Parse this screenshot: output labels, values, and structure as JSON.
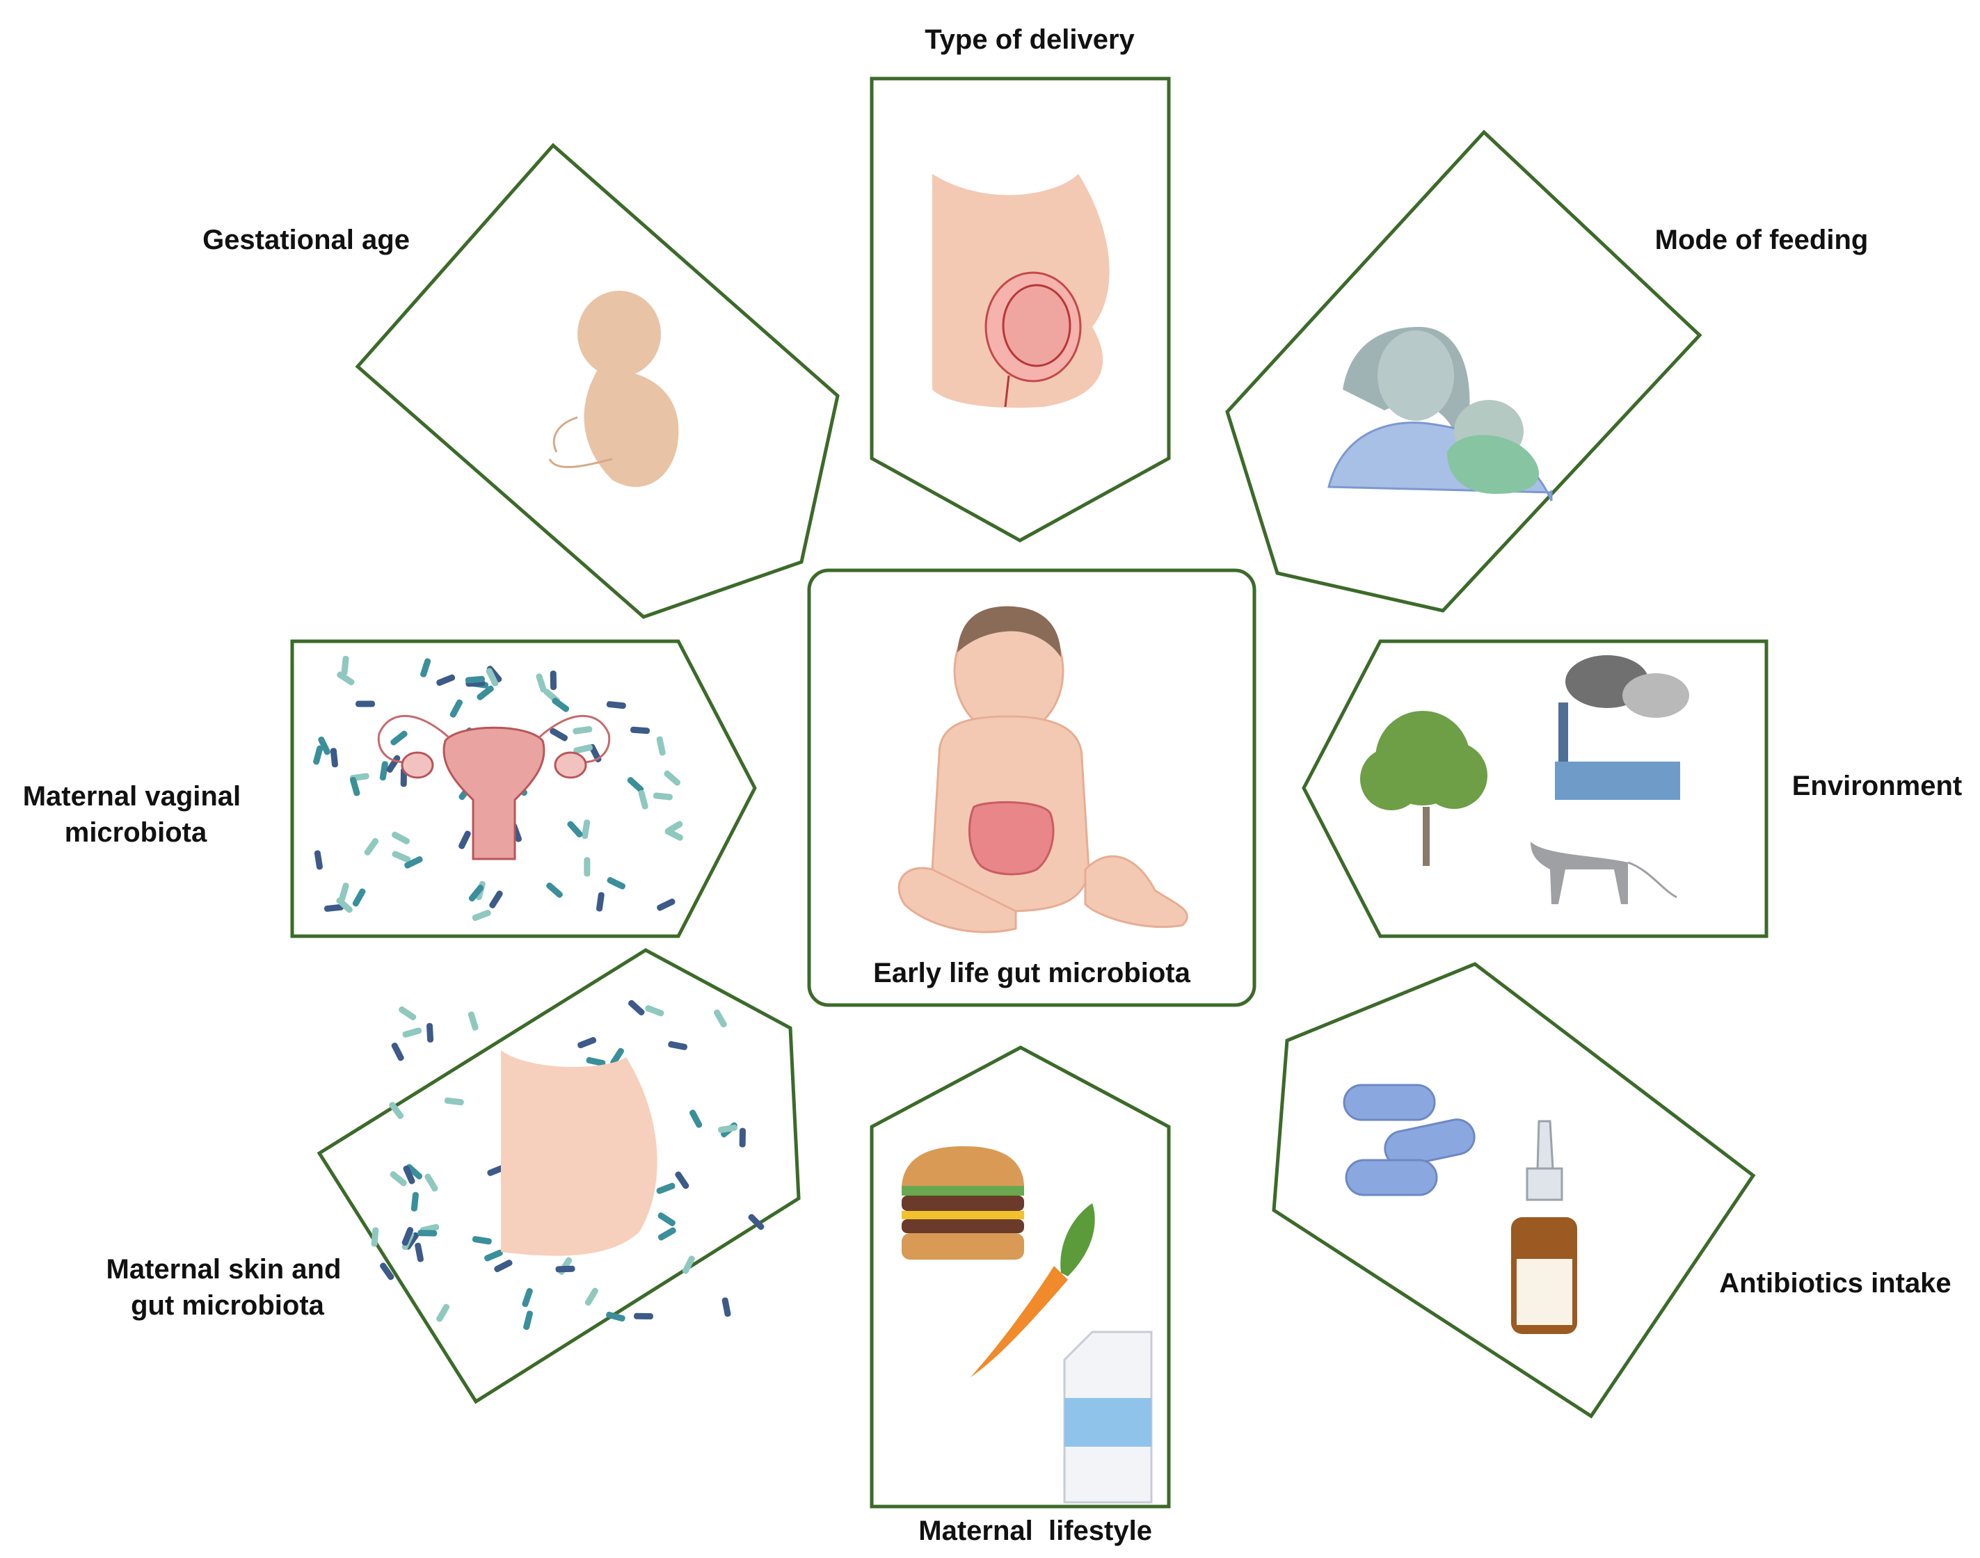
{
  "colors": {
    "frame": "#3c6a2a",
    "skin": "#f3c9b4",
    "skin_shadow": "#e7ad93",
    "gut": "#e8868a",
    "bacteria_teal": "#3a8f9a",
    "bacteria_navy": "#3d5a88",
    "bacteria_mint": "#8fc8bf"
  },
  "center": {
    "label": "Early life gut microbiota",
    "icon": "infant-with-gut-icon"
  },
  "factors": [
    {
      "id": "type-of-delivery",
      "label_lines": [
        "Type of delivery"
      ],
      "icon": "pregnant-womb-icon"
    },
    {
      "id": "gestational-age",
      "label_lines": [
        "Gestational age"
      ],
      "icon": "fetus-icon"
    },
    {
      "id": "mode-of-feeding",
      "label_lines": [
        "Mode of feeding"
      ],
      "icon": "breastfeeding-mother-icon"
    },
    {
      "id": "maternal-vaginal-microbiota",
      "label_lines": [
        "Maternal vaginal",
        "microbiota"
      ],
      "icon": "uterus-with-bacteria-icon"
    },
    {
      "id": "environment",
      "label_lines": [
        "Environment"
      ],
      "icon": "tree-factory-cat-icon"
    },
    {
      "id": "maternal-skin-gut-microbiota",
      "label_lines": [
        "Maternal skin and",
        "gut microbiota"
      ],
      "icon": "belly-with-bacteria-icon"
    },
    {
      "id": "maternal-lifestyle",
      "label_lines": [
        "Maternal  lifestyle"
      ],
      "icon": "burger-carrot-milk-icon"
    },
    {
      "id": "antibiotics-intake",
      "label_lines": [
        "Antibiotics intake"
      ],
      "icon": "pills-and-spray-icon"
    }
  ]
}
